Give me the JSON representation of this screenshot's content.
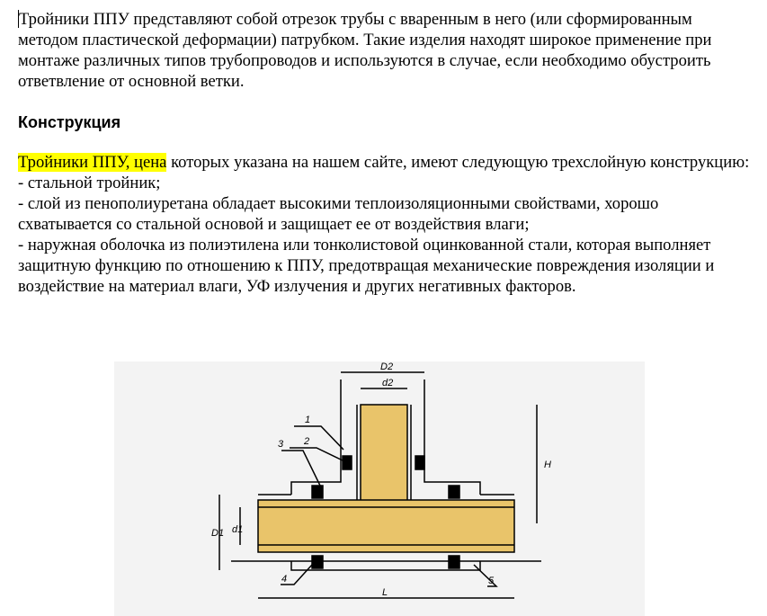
{
  "intro": "Тройники ППУ представляют собой отрезок трубы с вваренным в него (или сформированным методом пластической деформации) патрубком. Такие изделия находят широкое применение при монтаже различных типов трубопроводов и используются в случае, если необходимо обустроить ответвление от основной ветки.",
  "heading": "Конструкция",
  "para2": {
    "highlight": "Тройники ППУ, цена",
    "rest": " которых указана на нашем сайте, имеют следующую трехслойную конструкцию:"
  },
  "list": [
    "- стальной тройник;",
    "- слой из пенополиуретана обладает высокими теплоизоляционными свойствами, хорошо схватывается со стальной основой и защищает ее от воздействия влаги;",
    "- наружная оболочка из полиэтилена или тонколистовой оцинкованной стали, которая выполняет защитную функцию по отношению к ППУ, предотвращая механические повреждения изоляции и воздействие на материал влаги, УФ излучения и других негативных факторов."
  ],
  "figure_labels": {
    "D2": "D2",
    "d2": "d2",
    "H": "H",
    "D1": "D1",
    "d1": "d1",
    "L": "L",
    "n1": "1",
    "n2": "2",
    "n3": "3",
    "n4": "4",
    "n5": "5"
  },
  "colors": {
    "highlight": "#ffff00",
    "figure_bg": "#f3f3f3",
    "pipe_fill": "#e9c46a"
  }
}
